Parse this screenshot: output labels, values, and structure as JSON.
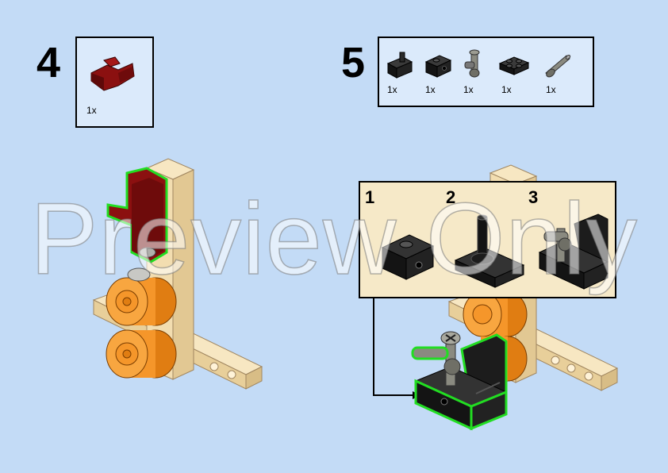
{
  "step4": {
    "number": "4",
    "parts": [
      {
        "qty": "1x",
        "icon": "dark-red-bracket-icon"
      }
    ]
  },
  "step5": {
    "number": "5",
    "parts": [
      {
        "qty": "1x",
        "icon": "black-bracket-icon"
      },
      {
        "qty": "1x",
        "icon": "black-brick-hole-icon"
      },
      {
        "qty": "1x",
        "icon": "gray-axle-connector-icon"
      },
      {
        "qty": "1x",
        "icon": "black-plate-icon"
      },
      {
        "qty": "1x",
        "icon": "gray-axle-pin-icon"
      }
    ],
    "substeps": [
      {
        "number": "1"
      },
      {
        "number": "2"
      },
      {
        "number": "3"
      }
    ]
  },
  "watermark": "Preview Only",
  "colors": {
    "background": "#c3dbf6",
    "parts_box": "#dbeafb",
    "substep_box": "#f6e9c8",
    "tan": "#f2ddb0",
    "orange": "#f5962a",
    "dark_red": "#8b1010",
    "black": "#141414",
    "gray": "#8a8a80",
    "highlight": "#22dd22"
  }
}
